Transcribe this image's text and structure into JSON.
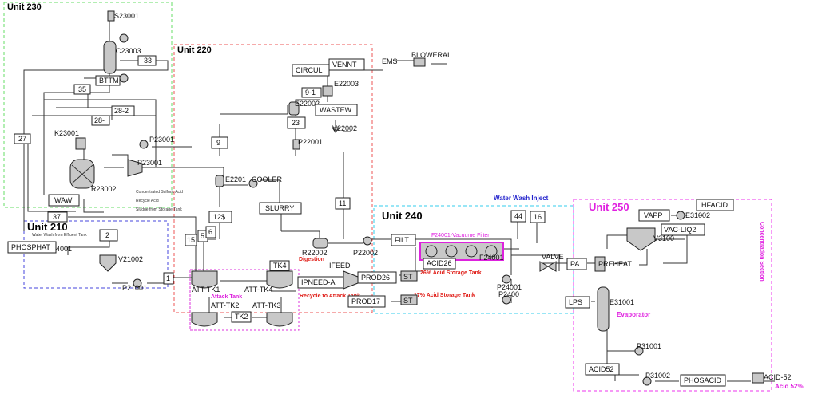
{
  "units": {
    "u230": "Unit 230",
    "u220": "Unit 220",
    "u210": "Unit 210",
    "u240": "Unit 240",
    "u250": "Unit 250"
  },
  "blocks": {
    "s23001": "S23001",
    "c23003": "C23003",
    "b33": "33",
    "bttm": "BTTM",
    "b35": "35",
    "b28_2": "28-2",
    "b28": "28-",
    "b27": "27",
    "k23001": "K23001",
    "p23001": "P23001",
    "p23001b": "P23001",
    "r23002": "R23002",
    "waw": "WAW",
    "b37": "37",
    "b2": "2",
    "phosphat": "PHOSPHAT",
    "phosphat_id": "4001",
    "v21002": "V21002",
    "p21001": "P21001",
    "b1": "1",
    "b9": "9",
    "b12s": "12$",
    "b15": "15",
    "b5": "5",
    "b6": "6",
    "e2201": "E2201",
    "cooler": "COOLER",
    "slurry": "SLURRY",
    "b11": "11",
    "circul": "CIRCUL",
    "vennt": "VENNT",
    "ems": "EMS",
    "blowerai": "BLOWERAI",
    "e22003": "E22003",
    "b9_1": "9-1",
    "e22002": "E22002",
    "wastew": "WASTEW",
    "b23": "23",
    "v22002": "V22002",
    "p22001": "P22001",
    "r22002": "R22002",
    "p22002": "P22002",
    "digestion": "Digestion",
    "tk4": "TK4",
    "att_tk1": "ATT-TK1",
    "att_tk4": "ATT-TK4",
    "att_tk2": "ATT-TK2",
    "att_tk3": "ATT-TK3",
    "attack_tank": "Attack Tank",
    "tk2": "TK2",
    "ipneed": "IPNEED-A",
    "prod26": "PROD26",
    "prod17": "PROD17",
    "recycle": "Recycle to Attack Tank",
    "ifeed": "IFEED",
    "filt": "FILT",
    "acid26": "ACID26",
    "filter_title": "F24001-Vacuume Filter",
    "filter_id": "F24001",
    "acid26_storage": "26% Acid Storage Tank",
    "acid17_storage": "17% Acid Storage Tank",
    "st26": "ST",
    "st17": "ST",
    "p24001": "P24001",
    "p24002": "P2400",
    "water_wash": "Water Wash Inject",
    "b44": "44",
    "b16": "16",
    "valve": "VALVE",
    "pa": "PA",
    "preheat": "PREHEAT",
    "lps": "LPS",
    "e31001": "E31001",
    "evaporator": "Evaporator",
    "p31001": "P31001",
    "acid52": "ACID52",
    "p31002": "P31002",
    "phosacid": "PHOSACID",
    "acid_52": "ACID-52",
    "acid52pct": "Acid 52%",
    "vapp": "VAPP",
    "hfacid": "HFACID",
    "e31002": "E31002",
    "vacliq2": "VAC-LIQ2",
    "v3100": "V3100",
    "concentration": "Concentration Section"
  },
  "tiny_labels": {
    "t1": "Concentrated Sulfuric Acid",
    "t2": "Recycle Acid",
    "t3": "Sludge from Storage Tank",
    "t4": "Water Wash from Effluent Tank"
  }
}
